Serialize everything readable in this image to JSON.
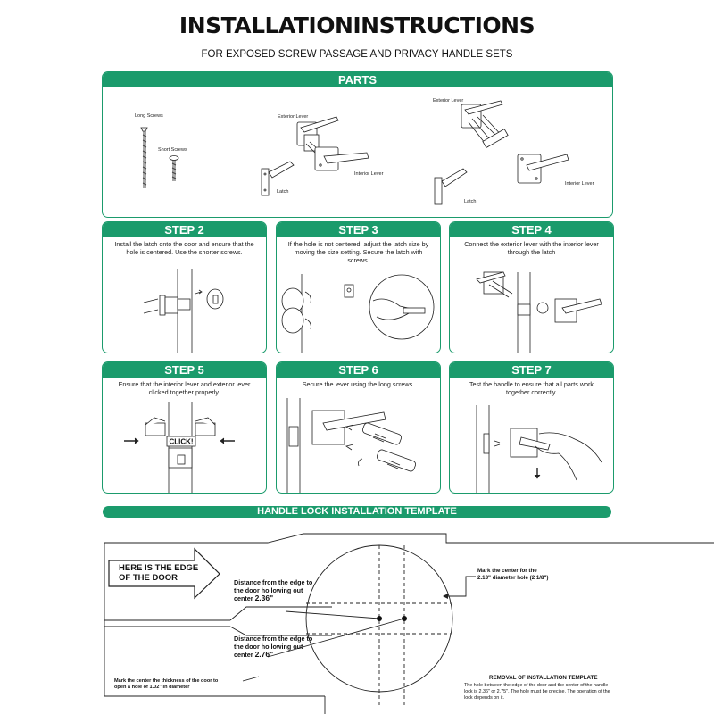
{
  "title": "INSTALLATIONINSTRUCTIONS",
  "subtitle": "FOR EXPOSED SCREW PASSAGE AND PRIVACY HANDLE SETS",
  "parts": {
    "heading": "PARTS",
    "long_screws": "Long Screws",
    "short_screws": "Short Screws",
    "exterior_lever": "Exterior Lever",
    "interior_lever": "Interior Lever",
    "latch": "Latch",
    "exterior_lever_2": "Exterior Lever",
    "interior_lever_2": "Interior Lever",
    "latch_2": "Latch"
  },
  "steps": [
    {
      "heading": "STEP 2",
      "text": "Install the latch onto the door and ensure that the hole is centered. Use the shorter screws."
    },
    {
      "heading": "STEP 3",
      "text": "If the hole is not centered, adjust the latch size by moving the size setting. Secure the latch with screws."
    },
    {
      "heading": "STEP 4",
      "text": "Connect the exterior lever with the interior lever through the latch"
    },
    {
      "heading": "STEP 5",
      "text": "Ensure that the interior lever and exterior lever clicked together properly.",
      "callout": "CLICK!"
    },
    {
      "heading": "STEP 6",
      "text": "Secure the lever using the long screws."
    },
    {
      "heading": "STEP 7",
      "text": "Test the handle to ensure that all parts work together correctly."
    }
  ],
  "template": {
    "heading": "HANDLE LOCK INSTALLATION TEMPLATE",
    "edge_label": "HERE IS THE EDGE OF THE DOOR",
    "dist1_text": "Distance from the edge to the door hollowing out center",
    "dist1_value": "2.36\"",
    "dist2_text": "Distance from the edge to the door hollowing out center",
    "dist2_value": "2.76\"",
    "mark_center": "Mark the center for the 2.13\" diameter hole (2 1/8\")",
    "mark_thickness": "Mark the center the thickness of the door to open a hole of 1.02\" in diameter",
    "removal_title": "REMOVAL OF INSTALLATION TEMPLATE",
    "removal_text": "The hole between the edge of the door and the center of the handle lock is 2.36\" or 2.75\". The hole must be precise. The operation of the lock depends on it."
  },
  "colors": {
    "accent": "#1b9b6c",
    "text": "#111111",
    "line": "#222222"
  }
}
